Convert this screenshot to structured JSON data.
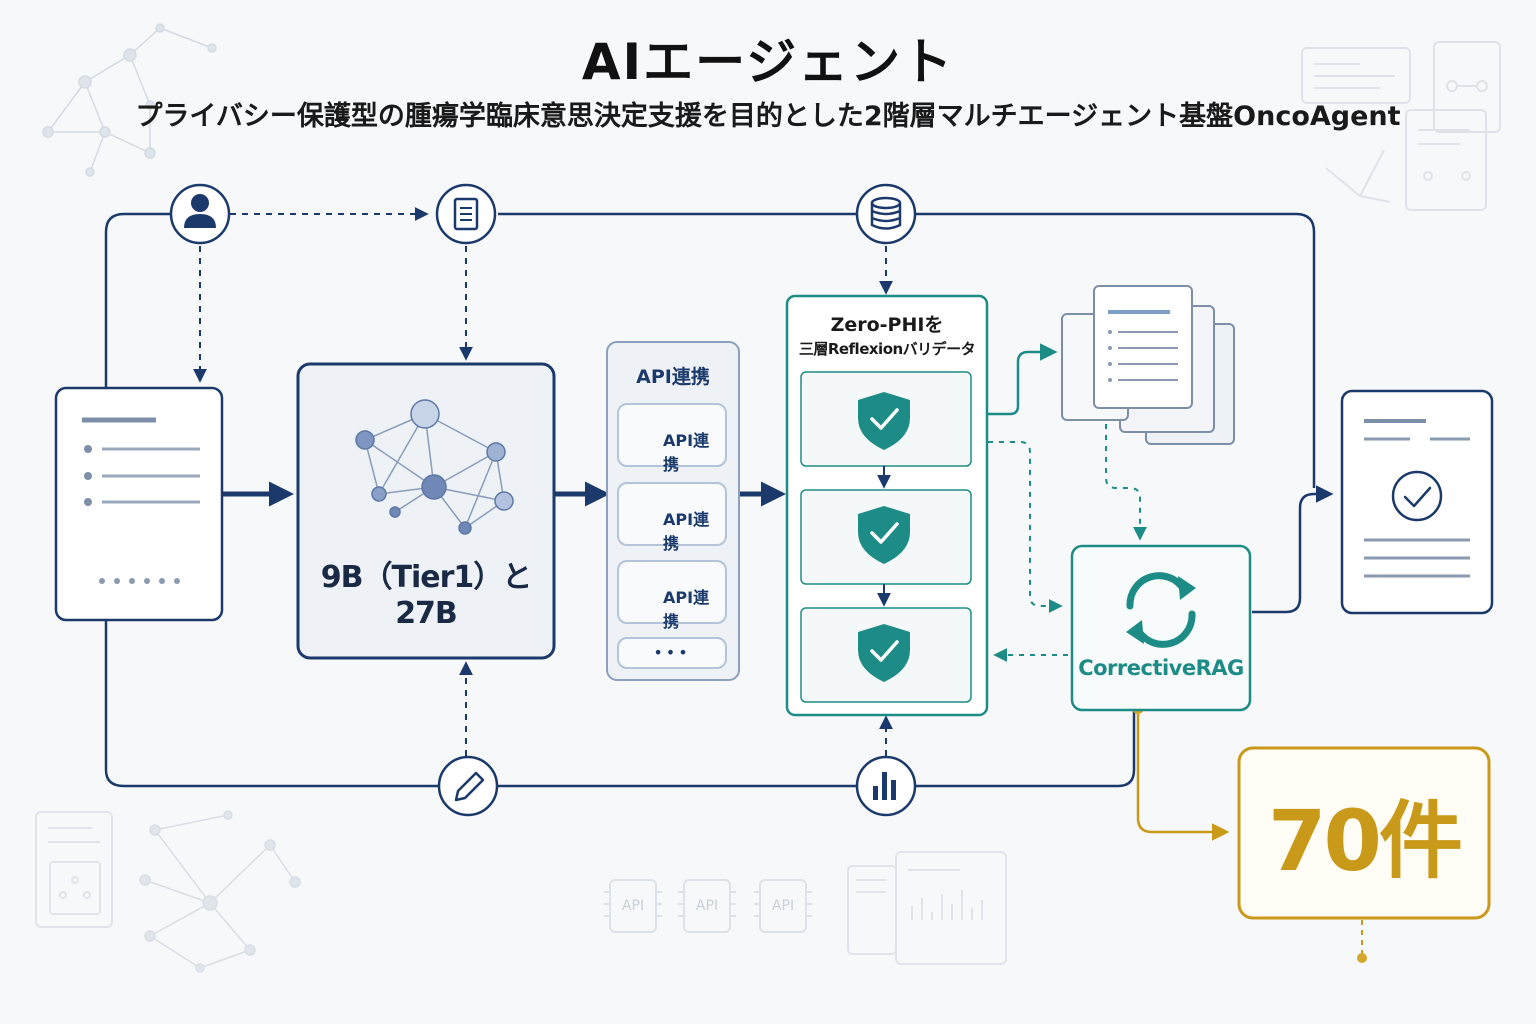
{
  "header": {
    "title": "AIエージェント",
    "subtitle": "プライバシー保護型の腫瘍学臨床意思決定支援を目的とした2階層マルチエージェント基盤OncoAgent"
  },
  "model_box": {
    "label": "9B（Tier1）と27B"
  },
  "api_panel": {
    "title": "API連携",
    "items": [
      {
        "label": "API連携",
        "icon": "cloud-icon"
      },
      {
        "label": "API連携",
        "icon": "database-icon"
      },
      {
        "label": "API連携",
        "icon": "globe-icon"
      }
    ],
    "more": "•••"
  },
  "validator": {
    "title_line1": "Zero-PHIを",
    "title_line2": "三層Reflexionバリデータ",
    "stages": [
      {
        "icon": "shield-check-icon"
      },
      {
        "icon": "shield-check-icon"
      },
      {
        "icon": "shield-check-icon"
      }
    ]
  },
  "corrective_rag": {
    "label": "CorrectiveRAG"
  },
  "result": {
    "value": "70件"
  },
  "background_chips": [
    "API",
    "API",
    "API"
  ],
  "colors": {
    "navy": "#1b3a6b",
    "teal": "#1e8c86",
    "gold": "#c99a1a"
  }
}
